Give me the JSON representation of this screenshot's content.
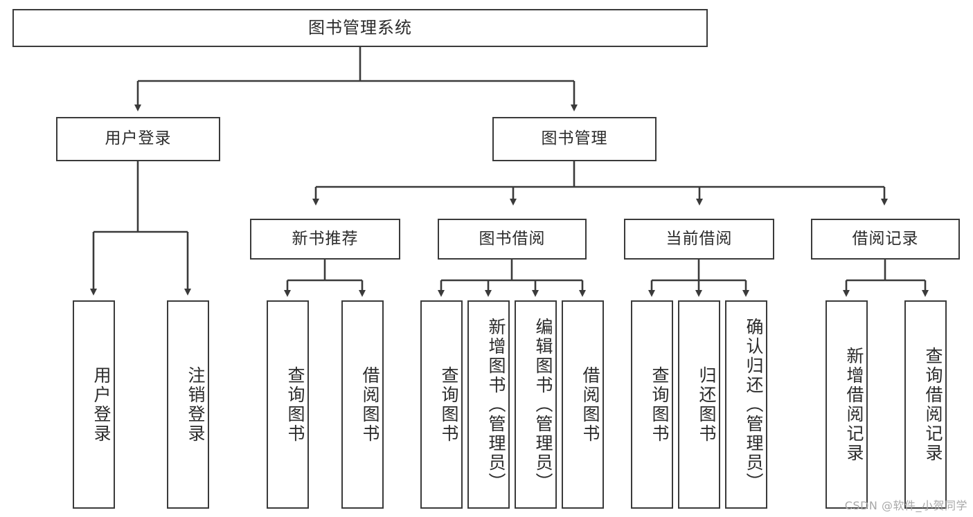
{
  "diagram": {
    "title": "图书管理系统",
    "type": "tree-hierarchy",
    "root": {
      "label": "图书管理系统"
    },
    "level2": [
      {
        "label": "用户登录"
      },
      {
        "label": "图书管理"
      }
    ],
    "level3": [
      {
        "label": "新书推荐"
      },
      {
        "label": "图书借阅"
      },
      {
        "label": "当前借阅"
      },
      {
        "label": "借阅记录"
      }
    ],
    "leaves": {
      "user_login": [
        {
          "label": "用户登录"
        },
        {
          "label": "注销登录"
        }
      ],
      "new_book_recommend": [
        {
          "label": "查询图书"
        },
        {
          "label": "借阅图书"
        }
      ],
      "book_borrow": [
        {
          "label": "查询图书"
        },
        {
          "label": "新增图书（管理员）"
        },
        {
          "label": "编辑图书（管理员）"
        },
        {
          "label": "借阅图书"
        }
      ],
      "current_borrow": [
        {
          "label": "查询图书"
        },
        {
          "label": "归还图书"
        },
        {
          "label": "确认归还（管理员）"
        }
      ],
      "borrow_record": [
        {
          "label": "新增借阅记录"
        },
        {
          "label": "查询借阅记录"
        }
      ]
    },
    "colors": {
      "stroke": "#3a3a3a",
      "text": "#2b2b2b",
      "background": "#ffffff",
      "watermark": "#a8a8a8"
    }
  },
  "watermark": {
    "text": "CSDN @软件_小贺同学"
  }
}
